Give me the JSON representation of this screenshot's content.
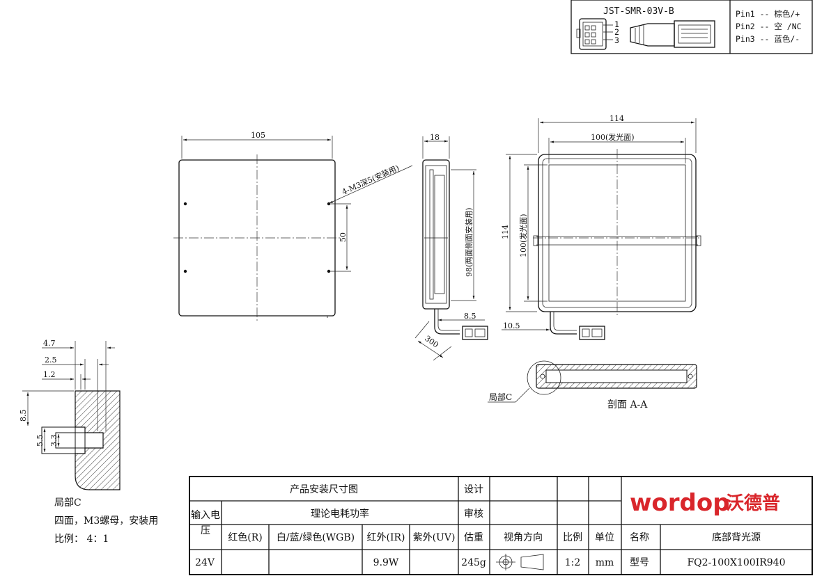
{
  "connector": {
    "model": "JST-SMR-03V-B",
    "pin_numbers": [
      "1",
      "2",
      "3"
    ],
    "pins": [
      "Pin1 -- 棕色/+",
      "Pin2 -- 空 /NC",
      "Pin3 -- 蓝色/-"
    ]
  },
  "front_view": {
    "width_dim": "105",
    "hole_spacing_dim": "50",
    "hole_note": "4-M3深5(安装用)"
  },
  "side_view": {
    "thickness_dim": "18",
    "mount_note": "98(两面侧面安装用)",
    "cable_offset_dim": "8.5",
    "cable_length_dim": "300"
  },
  "back_view": {
    "outer_width_dim": "114",
    "emit_width_dim": "100(发光面)",
    "outer_height_dim": "114",
    "emit_height_dim": "100(发光面)",
    "cable_offset_dim": "10.5"
  },
  "section": {
    "title": "剖面 A-A",
    "detail_label": "局部C"
  },
  "detail_c": {
    "dims": [
      "4.7",
      "2.5",
      "1.2",
      "8.5",
      "5.5",
      "3.3"
    ],
    "title": "局部C",
    "note": "四面，M3螺母，安装用",
    "scale": "比例： 4：1"
  },
  "title_block": {
    "drawing_title": "产品安装尺寸图",
    "design_label": "设计",
    "review_label": "审核",
    "input_voltage_label": "输入电压",
    "power_label": "理论电耗功率",
    "red": "红色(R)",
    "wgb": "白/蓝/绿色(WGB)",
    "ir": "红外(IR)",
    "uv": "紫外(UV)",
    "weight_label": "估重",
    "view_dir_label": "视角方向",
    "scale_label": "比例",
    "unit_label": "单位",
    "name_label": "名称",
    "name_value": "底部背光源",
    "voltage_value": "24V",
    "ir_power_value": "9.9W",
    "weight_value": "245g",
    "scale_value": "1:2",
    "unit_value": "mm",
    "model_label": "型号",
    "model_value": "FQ2-100X100IR940",
    "logo_latin": "wordop",
    "logo_cn": "沃德普"
  },
  "colors": {
    "logo": "#d9262b",
    "line": "#111111"
  }
}
